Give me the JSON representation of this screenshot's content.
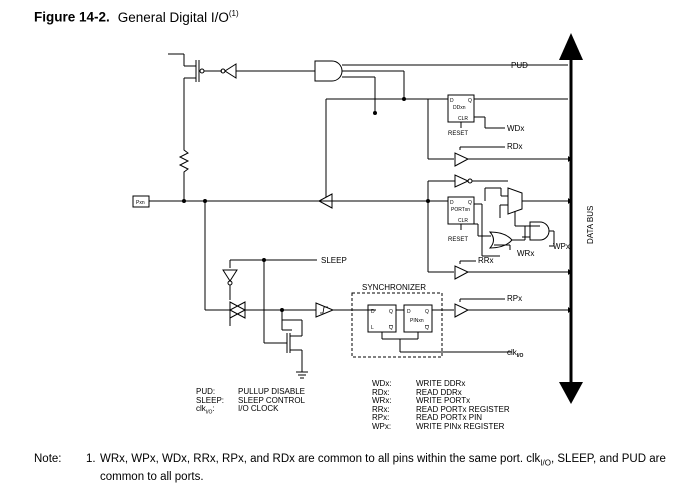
{
  "title": {
    "figure": "Figure 14-2.",
    "name": "General Digital I/O",
    "superscript": "(1)"
  },
  "signals": {
    "pud": "PUD",
    "wdx": "WDx",
    "rdx": "RDx",
    "wrx": "WRx",
    "wpx": "WPx",
    "rrx": "RRx",
    "rpx": "RPx",
    "sleep": "SLEEP",
    "clk": "clk",
    "clk_sub": "I/O",
    "pxn": "Pxn",
    "data_bus": "DATA BUS",
    "synchronizer": "SYNCHRONIZER"
  },
  "blocks": {
    "ddr": {
      "label": "DDxn",
      "d": "D",
      "q": "Q",
      "clr": "CLR",
      "reset": "RESET"
    },
    "port": {
      "label": "PORTxn",
      "d": "D",
      "q": "Q",
      "clr": "CLR",
      "reset": "RESET"
    },
    "latch": {
      "d": "D",
      "q": "Q",
      "l": "L",
      "qbar": "Q"
    },
    "pin": {
      "label": "PINxn",
      "d": "D",
      "q": "Q",
      "qbar": "Q"
    }
  },
  "legend_left": [
    {
      "key": "PUD:",
      "value": "PULLUP DISABLE"
    },
    {
      "key": "SLEEP:",
      "value": "SLEEP CONTROL"
    },
    {
      "key": "clk",
      "key_sub": "I/O",
      "key_suffix": ":",
      "value": "I/O CLOCK"
    }
  ],
  "legend_right": [
    {
      "key": "WDx:",
      "value": "WRITE DDRx"
    },
    {
      "key": "RDx:",
      "value": "READ DDRx"
    },
    {
      "key": "WRx:",
      "value": "WRITE PORTx"
    },
    {
      "key": "RRx:",
      "value": "READ PORTx REGISTER"
    },
    {
      "key": "RPx:",
      "value": "READ PORTx PIN"
    },
    {
      "key": "WPx:",
      "value": "WRITE PINx REGISTER"
    }
  ],
  "note": {
    "label": "Note:",
    "number": "1.",
    "text": "WRx, WPx, WDx, RRx, RPx, and RDx are common to all pins within the same port. clk",
    "text_sub": "I/O",
    "text_end": ", SLEEP, and PUD are common to all ports."
  }
}
